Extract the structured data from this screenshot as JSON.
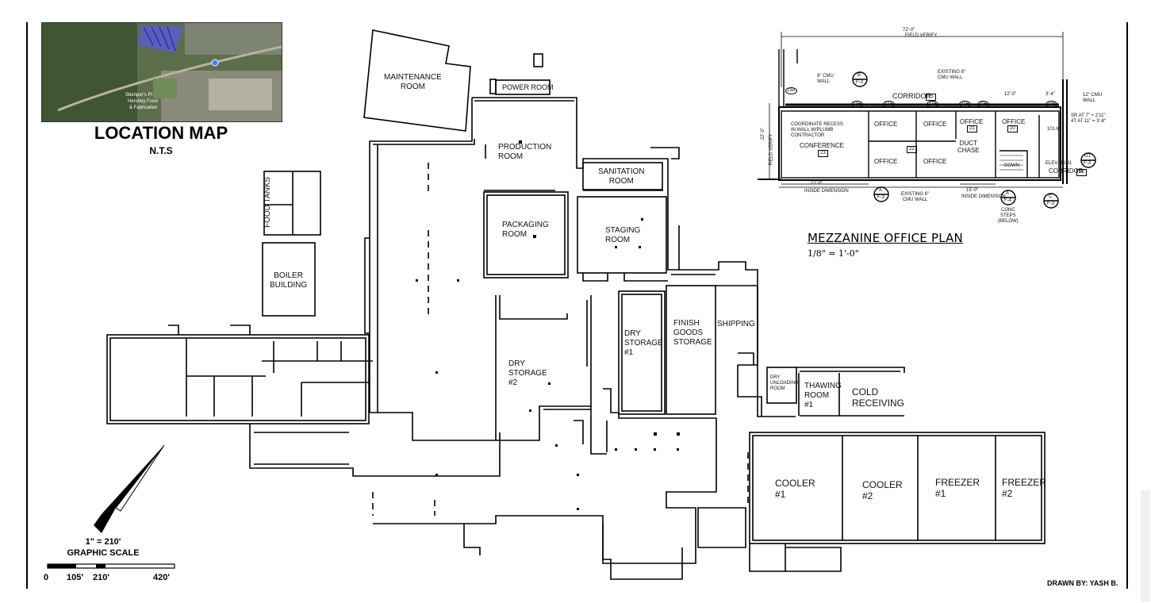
{
  "location_map": {
    "title": "LOCATION MAP",
    "subtitle": "N.T.S",
    "photo_labels": [
      "Stemper's Pl",
      "Hershey Food",
      "& Fabrication"
    ]
  },
  "mezzanine": {
    "title": "MEZZANINE OFFICE PLAN",
    "scale": "1/8\" = 1'-0\"",
    "dims": {
      "overall": "72'-0\"",
      "overall_note": "FIELD VERIFY",
      "height": "22'-0\"",
      "height_note": "FIELD VERIFY",
      "inside": "21'-0\"",
      "inside_note": "INSIDE DIMENSION",
      "inside2": "15'-0\"",
      "inside2_note": "INSIDE DIMENSION",
      "right1": "12'-0\"",
      "right2": "3'-4\""
    },
    "rooms": {
      "corridor": "CORRIDOR",
      "corridor_tag": "15",
      "corridor2": "CORRIDOR",
      "corridor2_tag": "18",
      "conference": "CONFERENCE",
      "conference_tag": "23",
      "office1": "OFFICE",
      "office2": "OFFICE",
      "office3": "OFFICE",
      "office3_tag": "21",
      "office4": "OFFICE",
      "office4_tag": "20",
      "office5": "OFFICE",
      "office6": "OFFICE",
      "duct": "DUCT\nCHASE",
      "hall_tag": "22"
    },
    "notes": {
      "cmu8_left": "8\" CMU\nWALL",
      "existing8_top": "EXISTING 8\"\nCMU WALL",
      "cmu12": "12\" CMU\nWALL",
      "recess": "COORDINATE RECESS\nIN WALL W/PLUMB\nCONTRACTOR",
      "existing6": "EXISTING 6\"\nCMU WALL",
      "conc": "CONC\nSTEPS\n(BELOW)",
      "elev": "ELEV. 98.91",
      "sr": "SR AT 7\" + 2'11\"\n4T AT 11\" = 3'-8\"",
      "down": "DOWN",
      "stair_tag": "101.63"
    },
    "callouts": [
      {
        "letter": "B",
        "sheet": "F-3"
      },
      {
        "letter": "A",
        "sheet": "F-3"
      },
      {
        "letter": "A",
        "sheet": "F-4"
      },
      {
        "letter": "C",
        "sheet": "F-3"
      },
      {
        "letter": "G1",
        "sheet": "F-3"
      }
    ],
    "door_tags": [
      "15A",
      "21A",
      "22A",
      "23A",
      "21A",
      "20A",
      "15B"
    ]
  },
  "plan": {
    "rooms": {
      "maintenance": "MAINTENANCE\nROOM",
      "power": "POWER ROOM",
      "production": "PRODUCTION\nROOM",
      "sanitation": "SANITATION\nROOM",
      "packaging": "PACKAGING\nROOM",
      "staging": "STAGING\nROOM",
      "food_tanks": "FOOD TANKS",
      "boiler": "BOILER\nBUILDING",
      "dry1": "DRY\nSTORAGE\n#1",
      "finish": "FINISH\nGOODS\nSTORAGE",
      "shipping": "SHIPPING",
      "dry2": "DRY\nSTORAGE\n#2",
      "dry_unloading": "DRY\nUNLOADING\nROOM",
      "thawing": "THAWING\nROOM\n#1",
      "cold": "COLD\nRECEIVING",
      "cooler1": "COOLER\n#1",
      "cooler2": "COOLER\n#2",
      "freezer1": "FREEZER\n#1",
      "freezer2": "FREEZER\n#2"
    }
  },
  "scale_bar": {
    "title": "1\" = 210'",
    "subtitle": "GRAPHIC SCALE",
    "ticks": [
      "0",
      "105'",
      "210'",
      "420'"
    ]
  },
  "drawn_by": "DRAWN BY: YASH B.",
  "colors": {
    "line": "#000000",
    "satellite_hatch": "#3b3bd6"
  }
}
